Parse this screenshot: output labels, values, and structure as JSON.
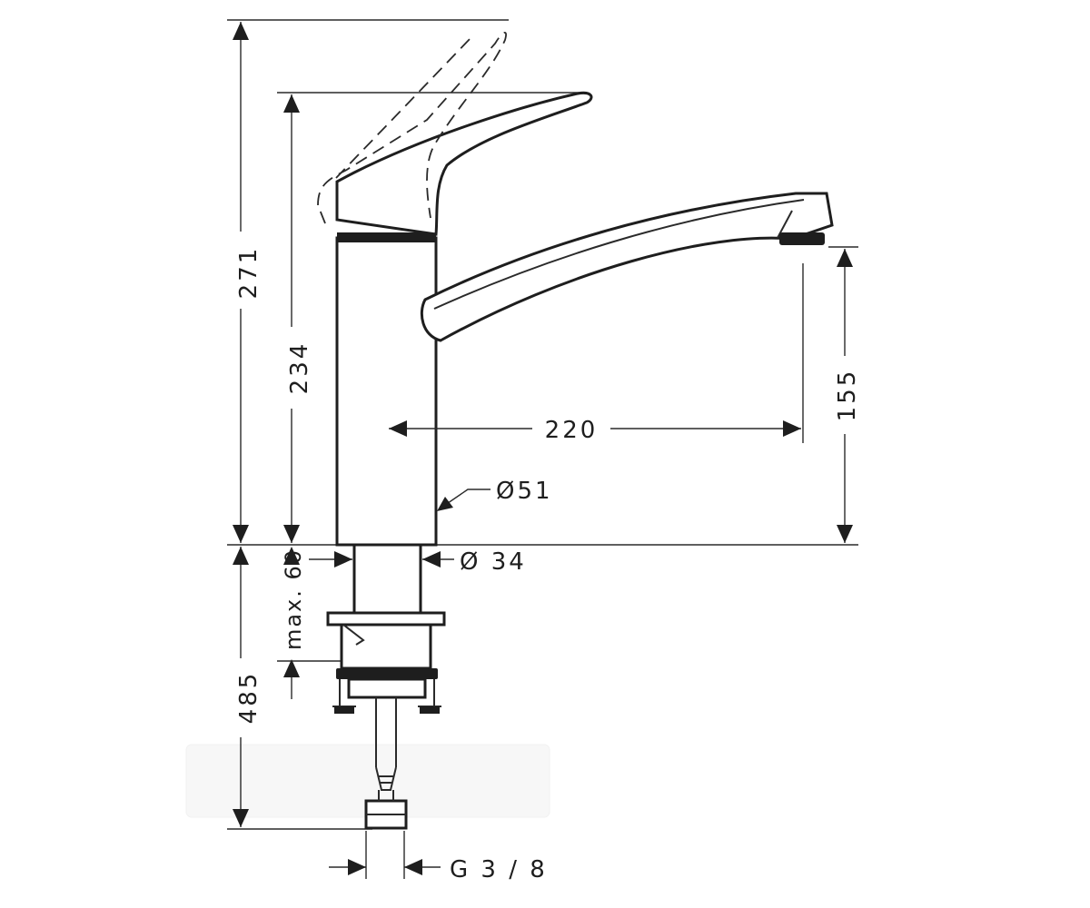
{
  "dimensions": {
    "total_height": "271",
    "lever_height": "234",
    "spout_clearance": "155",
    "spout_reach": "220",
    "body_diameter": "Ø51",
    "shank_diameter": "Ø 34",
    "max_deck_thickness": "max. 60",
    "hose_length": "485",
    "connection_thread": "G 3 / 8"
  }
}
